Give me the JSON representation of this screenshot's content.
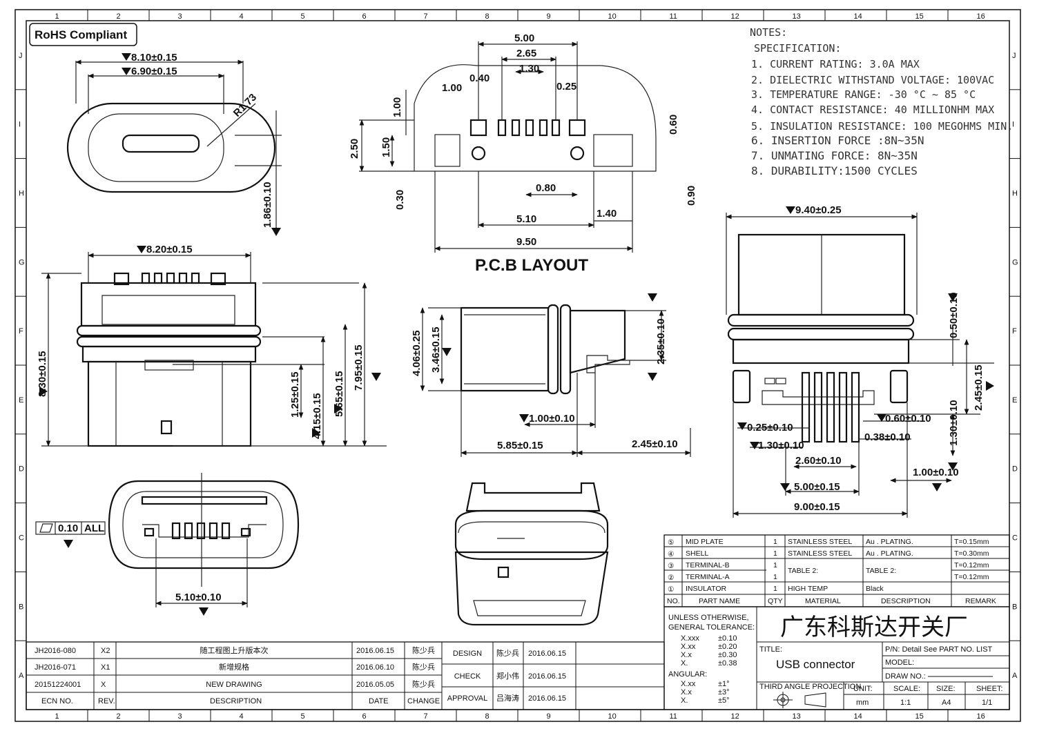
{
  "rohs": "RoHS Compliant",
  "border": {
    "cols": [
      "1",
      "2",
      "3",
      "4",
      "5",
      "6",
      "7",
      "8",
      "9",
      "10",
      "11",
      "12",
      "13",
      "14",
      "15",
      "16"
    ],
    "rows": [
      "J",
      "I",
      "H",
      "G",
      "F",
      "E",
      "D",
      "C",
      "B",
      "A"
    ]
  },
  "notes": {
    "title": "NOTES:",
    "spec": "SPECIFICATION:",
    "items": [
      "1. CURRENT RATING: 3.0A MAX",
      "2. DIELECTRIC WITHSTAND VOLTAGE: 100VAC",
      "3. TEMPERATURE RANGE: -30 °C ~ 85 °C",
      "4. CONTACT RESISTANCE: 40 MILLIONHM MAX",
      "5. INSULATION RESISTANCE: 100 MEGOHMS MIN.",
      "6. INSERTION FORCE :8N~35N",
      "7. UNMATING FORCE: 8N~35N",
      "8. DURABILITY:1500 CYCLES"
    ]
  },
  "pcb_title": "P.C.B LAYOUT",
  "dims": {
    "top_810": "8.10±0.15",
    "top_690": "6.90±0.15",
    "r173": "R1.73",
    "d186": "1.86±0.10",
    "p500": "5.00",
    "p265": "2.65",
    "p130": "1.30",
    "p040": "0.40",
    "p100a": "1.00",
    "p025": "0.25",
    "p100v": "1.00",
    "p060": "0.60",
    "p250": "2.50",
    "p150": "1.50",
    "p030": "0.30",
    "p080": "0.80",
    "p090": "0.90",
    "p510": "5.10",
    "p140": "1.40",
    "p950": "9.50",
    "f820": "8.20±0.15",
    "f830": "8.30±0.15",
    "f125": "1.25±0.15",
    "f415": "4.15±0.15",
    "f565": "5.65±0.15",
    "f795": "7.95±0.15",
    "s406": "4.06±0.25",
    "s346": "3.46±0.15",
    "s235": "2.35±0.10",
    "s100": "1.00±0.10",
    "s585": "5.85±0.15",
    "s245": "2.45±0.10",
    "r940": "9.40±0.25",
    "r050": "0.50±0.10",
    "r245": "2.45±0.15",
    "r025": "0.25±0.10",
    "r060": "0.60±0.10",
    "r130": "1.30±0.10",
    "r038": "0.38±0.10",
    "r130v": "1.30±0.10",
    "r260": "2.60±0.10",
    "r100": "1.00±0.10",
    "r500": "5.00±0.15",
    "r900": "9.00±0.15",
    "b510": "5.10±0.10",
    "flat": "0.10",
    "flat_all": "ALL"
  },
  "bom": {
    "rows": [
      {
        "no": "⑤",
        "name": "MID PLATE",
        "qty": "1",
        "material": "STAINLESS STEEL",
        "desc": "Au . PLATING.",
        "remark": "T=0.15mm"
      },
      {
        "no": "④",
        "name": "SHELL",
        "qty": "1",
        "material": "STAINLESS STEEL",
        "desc": "Au . PLATING.",
        "remark": "T=0.30mm"
      },
      {
        "no": "③",
        "name": "TERMINAL-B",
        "qty": "1",
        "material": "TABLE 2:",
        "desc": "TABLE 2:",
        "remark": "T=0.12mm"
      },
      {
        "no": "②",
        "name": "TERMINAL-A",
        "qty": "1",
        "material": "",
        "desc": "",
        "remark": "T=0.12mm"
      },
      {
        "no": "①",
        "name": "INSULATOR",
        "qty": "1",
        "material": "HIGH TEMP",
        "desc": "Black",
        "remark": ""
      }
    ],
    "header": {
      "no": "NO.",
      "name": "PART NAME",
      "qty": "QTY",
      "material": "MATERIAL",
      "desc": "DESCRIPTION",
      "remark": "REMARK"
    }
  },
  "tolerance": {
    "title1": "UNLESS OTHERWISE,",
    "title2": "GENERAL TOLERANCE:",
    "lines": [
      [
        "X.xxx",
        "±0.10"
      ],
      [
        "X.xx",
        "±0.20"
      ],
      [
        "X.x",
        "±0.30"
      ],
      [
        "X.",
        "±0.38"
      ]
    ],
    "angular": "ANGULAR:",
    "ang": [
      [
        "X.xx",
        "±1°"
      ],
      [
        "X.x",
        "±3°"
      ],
      [
        "X.",
        "±5°"
      ]
    ]
  },
  "titleblock": {
    "company": "广东科斯达开关厂",
    "title_label": "TITLE:",
    "title": "USB connector",
    "pn": "P/N: Detail See PART NO. LIST",
    "model": "MODEL:",
    "drawno": "DRAW NO.:",
    "projection": "THIRD ANGLE PROJECTION",
    "unit_label": "UNIT:",
    "unit": "mm",
    "scale_label": "SCALE:",
    "scale": "1:1",
    "size_label": "SIZE:",
    "size": "A4",
    "sheet_label": "SHEET:",
    "sheet": "1/1"
  },
  "revisions": [
    {
      "ecn": "JH2016-080",
      "rev": "X2",
      "desc": "随工程图上升版本次",
      "date": "2016.06.15",
      "by": "陈少兵"
    },
    {
      "ecn": "JH2016-071",
      "rev": "X1",
      "desc": "新增规格",
      "date": "2016.06.10",
      "by": "陈少兵"
    },
    {
      "ecn": "20151224001",
      "rev": "X",
      "desc": "NEW DRAWING",
      "date": "2016.05.05",
      "by": "陈少兵"
    }
  ],
  "rev_header": {
    "ecn": "ECN NO.",
    "rev": "REV.",
    "desc": "DESCRIPTION",
    "date": "DATE",
    "change": "CHANGE"
  },
  "approvals": [
    {
      "role": "DESIGN",
      "name": "陈少兵",
      "date": "2016.06.15"
    },
    {
      "role": "CHECK",
      "name": "郑小伟",
      "date": "2016.06.15"
    },
    {
      "role": "APPROVAL",
      "name": "吕海涛",
      "date": "2016.06.15"
    }
  ]
}
